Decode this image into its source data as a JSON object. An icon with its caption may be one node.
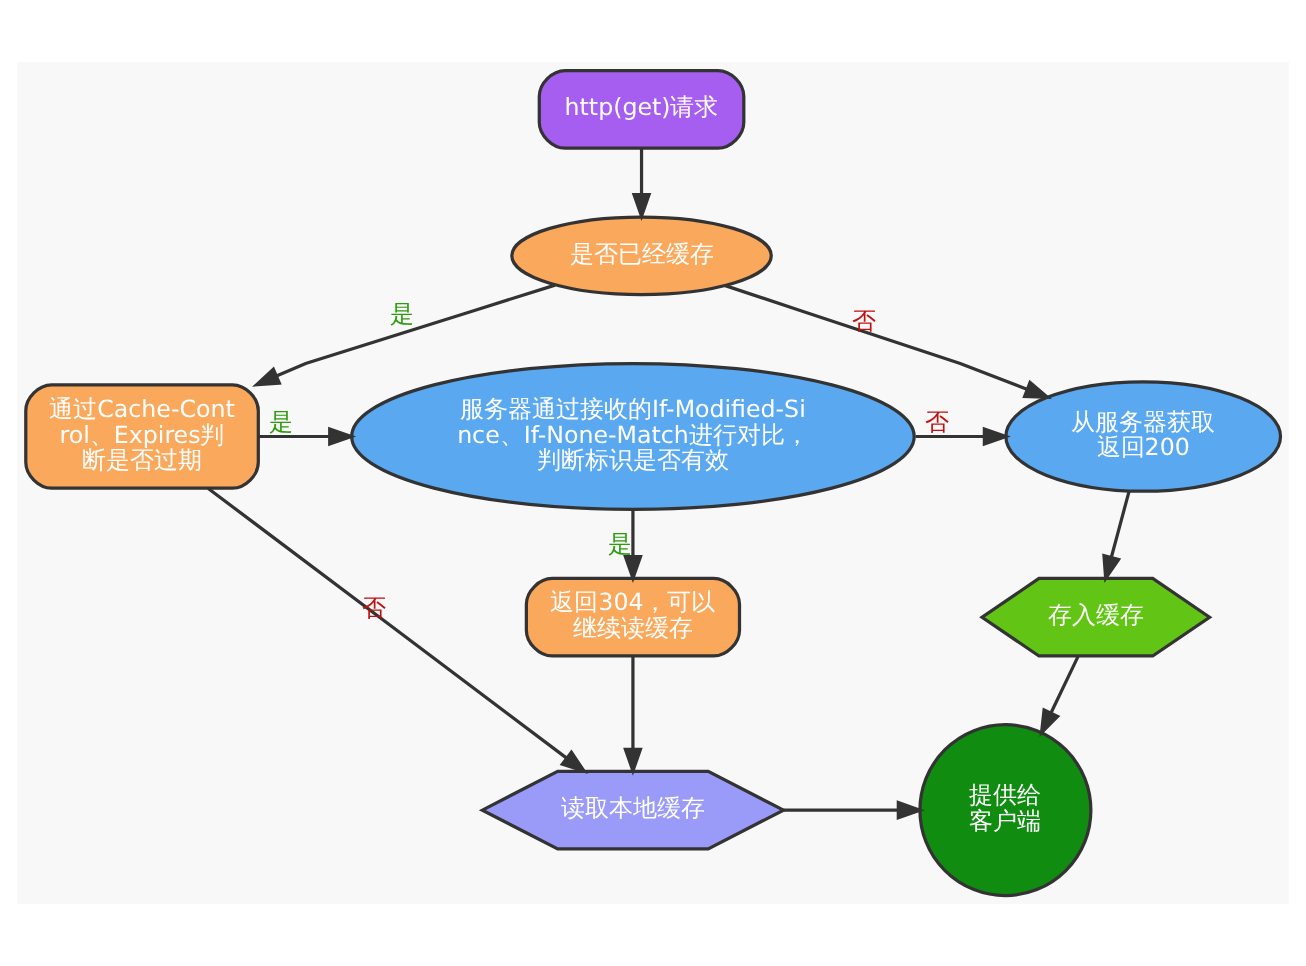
{
  "diagram": {
    "nodes": [
      {
        "text": [
          "http(get)请求"
        ]
      },
      {
        "text": [
          "是否已经缓存"
        ]
      },
      {
        "text": [
          "通过Cache-Control、Expires判断是否过期"
        ]
      },
      {
        "text": [
          "服务器通过接收的If-Modified-Since、If-None-Match进行对比，判断标识是否有效"
        ]
      },
      {
        "text": [
          "从服务器获取返回200"
        ]
      },
      {
        "text": [
          "返回304，可以继续读缓存"
        ]
      },
      {
        "text": [
          "存入缓存"
        ]
      },
      {
        "text": [
          "读取本地缓存"
        ]
      },
      {
        "text": [
          "提供给客户端"
        ]
      }
    ],
    "edges": [
      {
        "from": 0,
        "to": 1,
        "arrow": "to"
      },
      {
        "from": 1,
        "to": 4,
        "arrow": "to",
        "label": "否"
      },
      {
        "from": 1,
        "to": 2,
        "arrow": "to",
        "label": "是"
      },
      {
        "from": 2,
        "to": 3,
        "arrow": "to",
        "label": "是"
      },
      {
        "from": 2,
        "to": 7,
        "arrow": "to",
        "label": "否"
      },
      {
        "from": 3,
        "to": 5,
        "arrow": "to",
        "label": "是"
      },
      {
        "from": 3,
        "to": 4,
        "arrow": "to",
        "label": "否"
      },
      {
        "from": 4,
        "to": 6,
        "arrow": "to"
      },
      {
        "from": 5,
        "to": 7,
        "arrow": "to"
      },
      {
        "from": 6,
        "to": 8,
        "arrow": "to"
      },
      {
        "from": 7,
        "to": 8,
        "arrow": "to"
      }
    ]
  }
}
